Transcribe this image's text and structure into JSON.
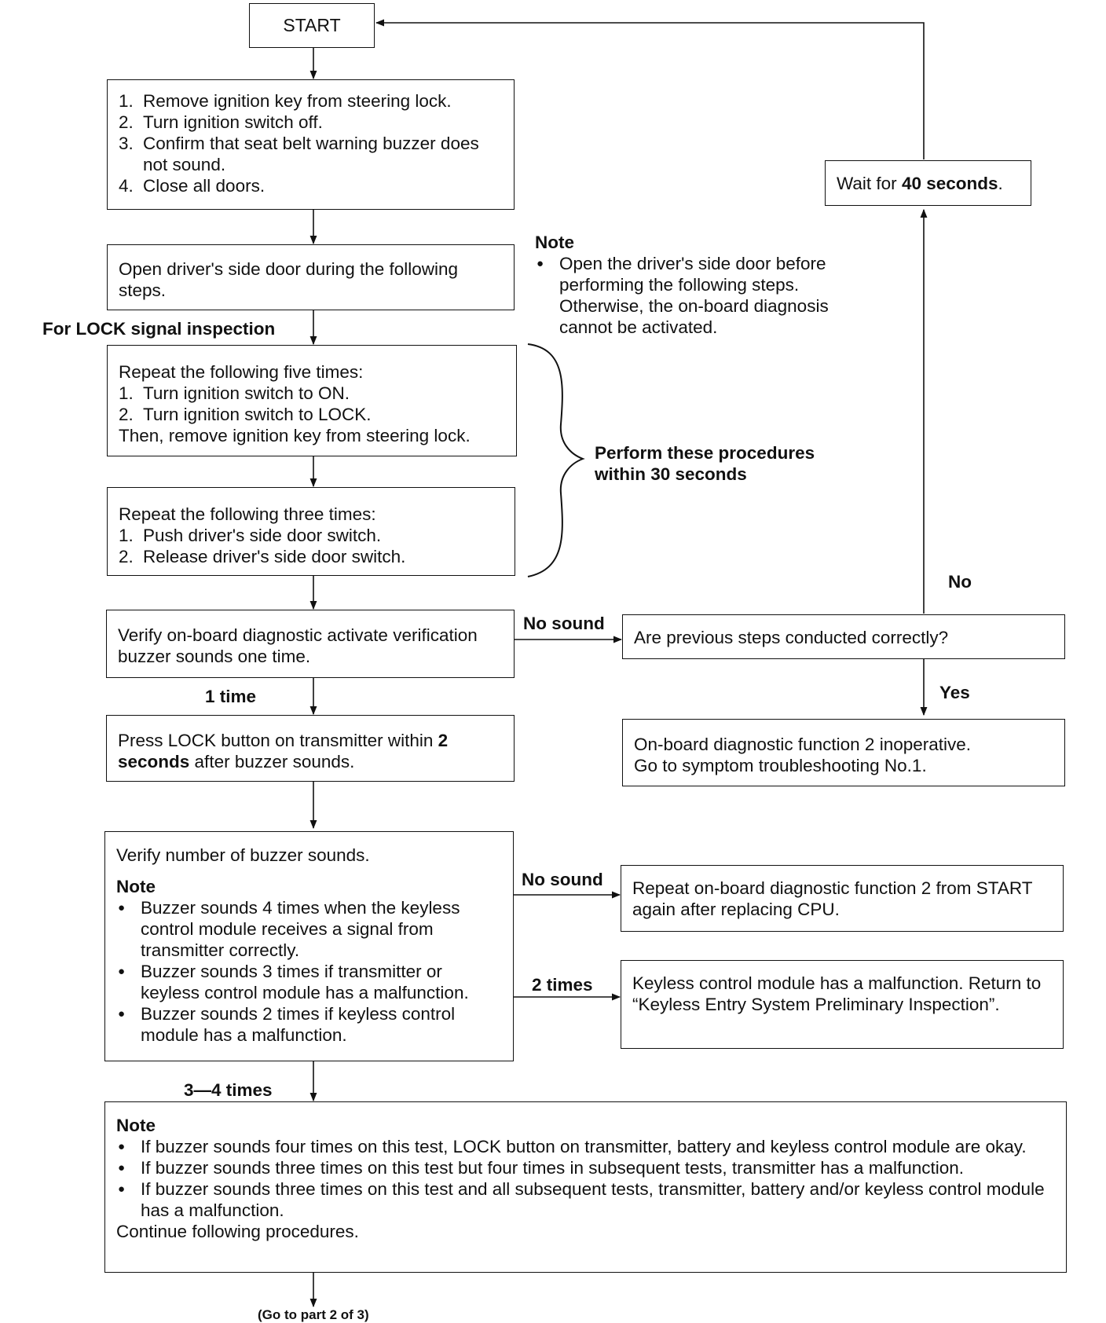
{
  "start_label": "START",
  "step_prepare": [
    "Remove ignition key from steering lock.",
    "Turn ignition switch off.",
    "Confirm that seat belt warning buzzer does not sound.",
    "Close all doors."
  ],
  "step_open_door": "Open driver's side door during the following steps.",
  "note_top": {
    "heading": "Note",
    "items": [
      "Open the driver's side door before performing the following steps. Otherwise, the on-board diagnosis cannot be activated."
    ]
  },
  "lock_inspection_label": "For LOCK signal inspection",
  "step_ignition": {
    "intro": "Repeat the following five times:",
    "items": [
      "Turn ignition switch to ON.",
      "Turn ignition switch to LOCK."
    ],
    "outro": "Then, remove ignition key from steering lock."
  },
  "step_door_switch": {
    "intro": "Repeat the following three times:",
    "items": [
      "Push driver's side door switch.",
      "Release driver's side door switch."
    ]
  },
  "brace_label": [
    "Perform these procedures",
    "within 30 seconds"
  ],
  "step_verify_activate": "Verify on-board diagnostic activate verification buzzer sounds one time.",
  "label_no_sound_1": "No sound",
  "check_previous": "Are previous steps conducted correctly?",
  "label_no": "No",
  "wait_box": {
    "prefix": "Wait for ",
    "bold": "40 seconds",
    "suffix": "."
  },
  "label_yes": "Yes",
  "inoperative_box": [
    "On-board diagnostic function 2 inoperative.",
    "Go to symptom troubleshooting No.1."
  ],
  "label_one_time": "1 time",
  "step_press_lock": {
    "prefix": "Press LOCK button on transmitter within ",
    "bold": "2 seconds",
    "suffix": " after buzzer sounds."
  },
  "step_verify_number": {
    "title": "Verify number of buzzer sounds.",
    "heading": "Note",
    "items": [
      "Buzzer sounds 4 times when the keyless control module receives a signal from transmitter correctly.",
      "Buzzer sounds 3 times if transmitter or keyless control module has a malfunction.",
      "Buzzer sounds 2 times if keyless control module has a malfunction."
    ]
  },
  "label_no_sound_2": "No sound",
  "replace_cpu_box": "Repeat on-board diagnostic function 2 from START again after replacing CPU.",
  "label_two_times": "2 times",
  "malfunction_box": "Keyless control module has a malfunction. Return to “Keyless Entry System Preliminary Inspection”.",
  "label_three_four": "3—4 times",
  "final_note": {
    "heading": "Note",
    "items": [
      "If buzzer sounds four times on this test, LOCK button on transmitter, battery and keyless control module are okay.",
      "If buzzer sounds three times on this test but four times in subsequent tests, transmitter has a malfunction.",
      "If buzzer sounds three times on this test and all subsequent tests, transmitter, battery and/or keyless control module has a malfunction."
    ],
    "footer": "Continue following procedures."
  },
  "go_to_next": "(Go to part 2 of 3)"
}
